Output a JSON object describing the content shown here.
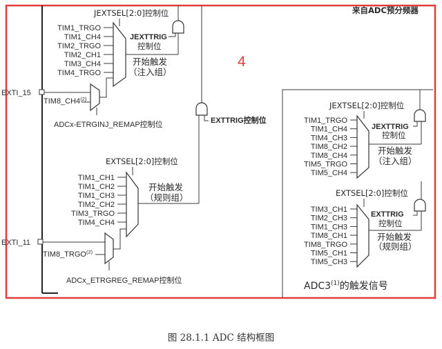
{
  "figure": {
    "caption": "图 28.1.1 ADC 结构框图",
    "region_number": "4",
    "prescaler_label": "来自ADC预分频器",
    "colors": {
      "highlight_border": "#e03c3c",
      "region_number": "#e03c3c",
      "line": "#333333"
    }
  },
  "injected_group": {
    "select_label": "JEXTSEL[2:0]控制位",
    "inputs": [
      "TIM1_TRGO",
      "TIM1_CH4",
      "TIM2_TRGO",
      "TIM2_CH1",
      "TIM3_CH4",
      "TIM4_TRGO"
    ],
    "trig_label": "JEXTTRIG",
    "trig_label2": "控制位",
    "output_label": "开始触发",
    "output_label2": "（注入组）",
    "exti": "EXTI_15",
    "remap_input": "TIM8_CH4",
    "remap_input_sup": "(2)",
    "remap_label": "ADCx-ETRGINJ_REMAP控制位"
  },
  "regular_group": {
    "trig_label": "EXTTRIG控制位",
    "select_label": "EXTSEL[2:0]控制位",
    "inputs": [
      "TIM1_CH1",
      "TIM1_CH2",
      "TIM1_CH3",
      "TIM2_CH2",
      "TIM3_TRGO",
      "TIM4_CH4"
    ],
    "output_label": "开始触发",
    "output_label2": "（规则组）",
    "exti": "EXTI_11",
    "remap_input": "TIM8_TRGO",
    "remap_input_sup": "(2)",
    "remap_label": "ADCx_ETRGREG_REMAP控制位"
  },
  "adc3": {
    "title": "ADC3",
    "title_sup": "(1)",
    "title_suffix": "的触发信号",
    "injected": {
      "select_label": "JEXTSEL[2:0]控制位",
      "inputs": [
        "TIM1_TRGO",
        "TIM1_CH4",
        "TIM4_CH3",
        "TIM8_CH2",
        "TIM8_CH4",
        "TIM5_TRGO",
        "TIM5_CH4"
      ],
      "trig_label": "JEXTTRIG",
      "trig_label2": "控制位",
      "output_label": "开始触发",
      "output_label2": "（注入组）"
    },
    "regular": {
      "select_label": "EXTSEL[2:0]控制位",
      "inputs": [
        "TIM3_CH1",
        "TIM2_CH3",
        "TIM1_CH3",
        "TIM8_CH1",
        "TIM8_TRGO",
        "TIM5_CH1",
        "TIM5_CH3"
      ],
      "trig_label": "EXTTRIG",
      "trig_label2": "控制位",
      "output_label": "开始触发",
      "output_label2": "（规则组）"
    }
  }
}
